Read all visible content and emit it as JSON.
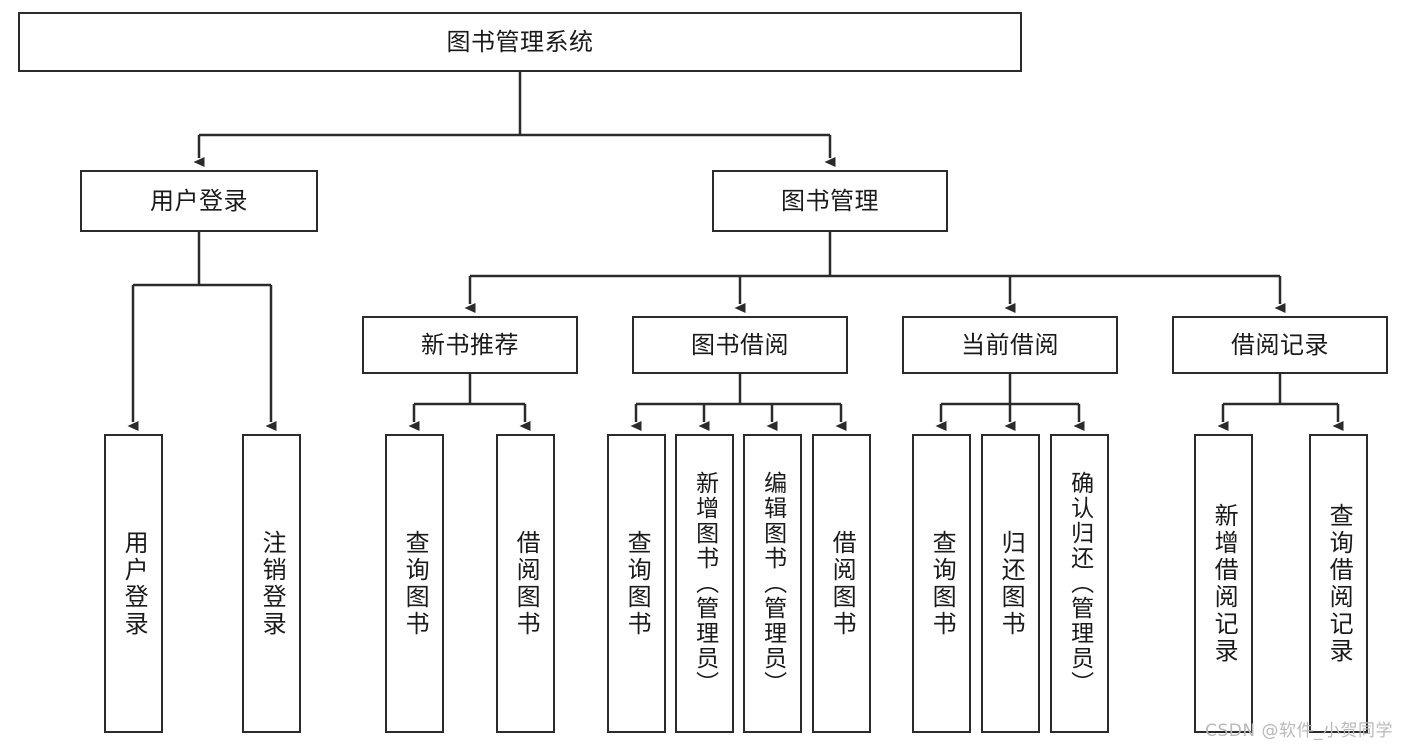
{
  "diagram": {
    "title": "图书管理系统",
    "type": "hierarchy-tree",
    "watermark": "CSDN @软件_小贺同学",
    "colors": {
      "stroke": "#2b2b2b",
      "fill": "#ffffff",
      "text": "#1a1a1a",
      "watermark": "#b9b9b9"
    },
    "nodes": {
      "root": "图书管理系统",
      "level2": {
        "user_login": "用户登录",
        "book_manage": "图书管理"
      },
      "level3": {
        "new_book_rec": "新书推荐",
        "book_borrow": "图书借阅",
        "current_borrow": "当前借阅",
        "borrow_record": "借阅记录"
      },
      "leaves": {
        "user_login_1": "用户登录",
        "user_login_2": "注销登录",
        "new_book_1": "查询图书",
        "new_book_2": "借阅图书",
        "borrow_1": "查询图书",
        "borrow_2": "新增图书（管理员）",
        "borrow_3": "编辑图书（管理员）",
        "borrow_4": "借阅图书",
        "current_1": "查询图书",
        "current_2": "归还图书",
        "current_3": "确认归还（管理员）",
        "record_1": "新增借阅记录",
        "record_2": "查询借阅记录"
      }
    }
  }
}
